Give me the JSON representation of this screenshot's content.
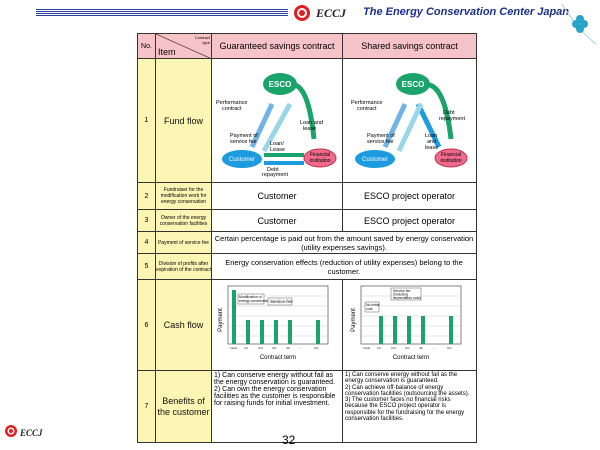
{
  "header": {
    "logo_text": "ECCJ",
    "org_name": "The Energy Conservation Center Japan"
  },
  "footer": {
    "logo_text": "ECCJ",
    "page_number": "32"
  },
  "table": {
    "col_no": "No.",
    "col_contract_type": "Contract type",
    "col_item": "Item",
    "col_guaranteed": "Guaranteed savings contract",
    "col_shared": "Shared savings contract",
    "rows": [
      {
        "no": "1",
        "item": "Fund flow"
      },
      {
        "no": "2",
        "item": "Fundraiser for the modification work for energy conservation",
        "guaranteed": "Customer",
        "shared": "ESCO project operator"
      },
      {
        "no": "3",
        "item": "Owner of the energy conservation facilities",
        "guaranteed": "Customer",
        "shared": "ESCO project operator"
      },
      {
        "no": "4",
        "item": "Payment of service fee",
        "both": "Certain percentage is paid out from the amount saved by energy conservation (utility expenses savings)."
      },
      {
        "no": "5",
        "item": "Division of profits after expiration of the contract",
        "both": "Energy conservation effects (reduction of utility expenses) belong to the customer."
      },
      {
        "no": "6",
        "item": "Cash flow"
      },
      {
        "no": "7",
        "item": "Benefits of the customer",
        "guaranteed_1": "1) Can conserve energy without fail as the energy conservation is guaranteed.",
        "guaranteed_2": "2) Can own the energy conservation facilities as the customer is responsible for raising funds for initial investment.",
        "shared_1": "1) Can conserve energy without fail as the energy conservation is guaranteed.",
        "shared_2": "2) Can achieve off-balance of energy conservation facilities (outsourcing the assets).",
        "shared_3": "3) The customer faces no financial risks because the ESCO project operator is responsible for the fundraising for the energy conservation facilities."
      }
    ]
  },
  "fund_flow": {
    "esco": "ESCO",
    "customer": "Customer",
    "financial": "Financial institution",
    "perf_contract": "Performance contract",
    "payment_fee": "Payment of service fee",
    "loan_lease": "Loan and lease",
    "loan_lease_2": "Loan/ Lease",
    "debt_repayment": "Debt repayment"
  },
  "cash_flow": {
    "ylabel": "Payment",
    "xlabel": "Contract term",
    "left_callout_1": "Modification of energy conservation",
    "left_callout_2": "Service fee",
    "right_callout_1": "Service fee (including depreciation cost)",
    "right_callout_2": "No initial cost",
    "xticks": [
      "Initial year",
      "1st year",
      "2nd year",
      "3rd year",
      "4th year",
      "......",
      "Nth year"
    ]
  },
  "colors": {
    "pink": "#f6c3c9",
    "yellow": "#fcf5b3",
    "esco_green": "#1aa36a",
    "customer_blue": "#1d9be0",
    "financial_pink": "#f06a8c",
    "navy": "#2a3f9a"
  }
}
